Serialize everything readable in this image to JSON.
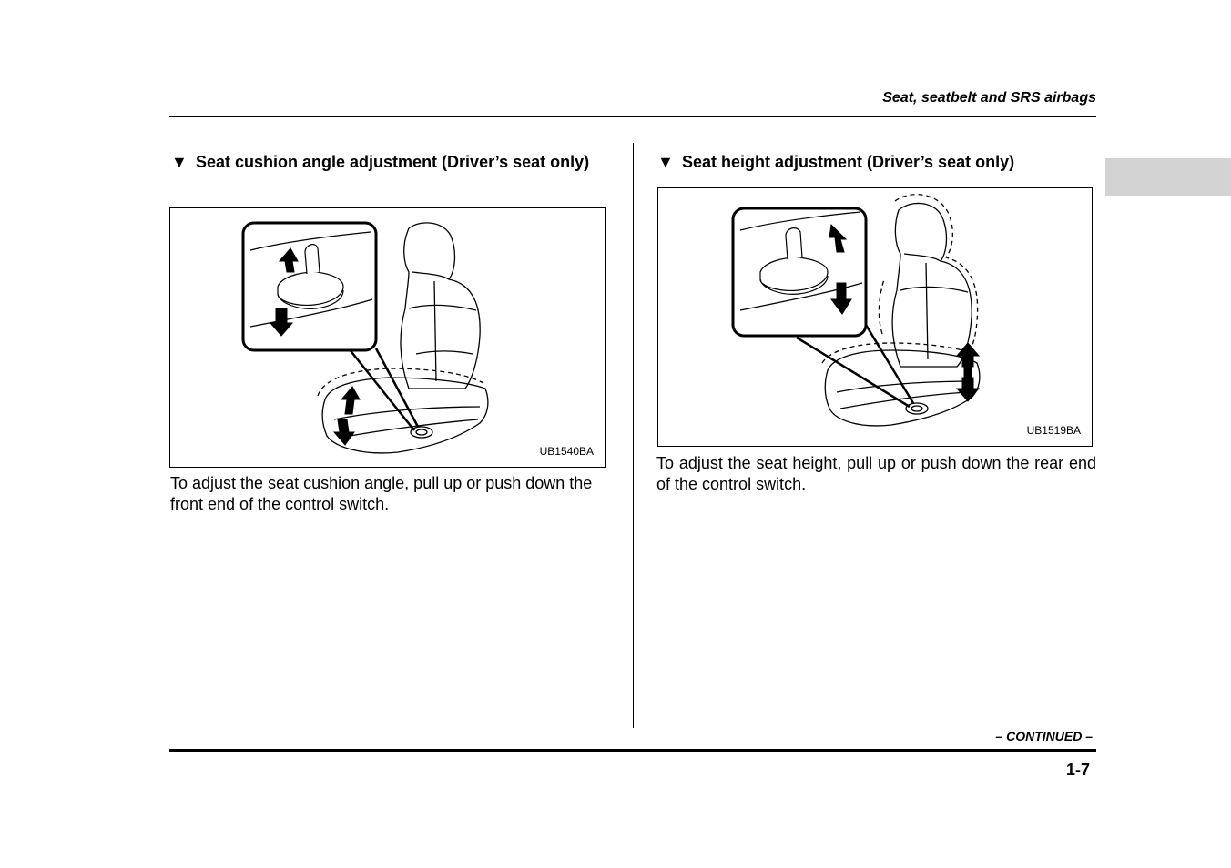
{
  "header": {
    "section_title": "Seat, seatbelt and SRS airbags"
  },
  "left_column": {
    "bullet_icon": "down-triangle",
    "heading": "Seat cushion angle adjustment (Driver’s seat only)",
    "figure_code": "UB1540BA",
    "body": "To adjust the seat cushion angle, pull up or push down the front end of the control switch."
  },
  "right_column": {
    "bullet_icon": "down-triangle",
    "heading": "Seat height adjustment (Driver’s seat only)",
    "figure_code": "UB1519BA",
    "body": "To adjust the seat height, pull up or push down the rear end of the control switch."
  },
  "footer": {
    "continued": "– CONTINUED –",
    "page_number": "1-7"
  },
  "colors": {
    "text": "#000000",
    "side_tab": "#d3d3d3"
  }
}
